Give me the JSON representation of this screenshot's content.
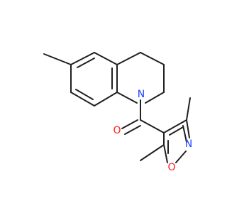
{
  "molecule": {
    "atoms": {
      "n_quinoline": "N",
      "o_carbonyl": "O",
      "n_isoxazole": "N",
      "o_isoxazole": "O"
    },
    "colors": {
      "bond": "#1f1f1f",
      "nitrogen": "#1f44ff",
      "oxygen": "#ff1f1f"
    }
  }
}
